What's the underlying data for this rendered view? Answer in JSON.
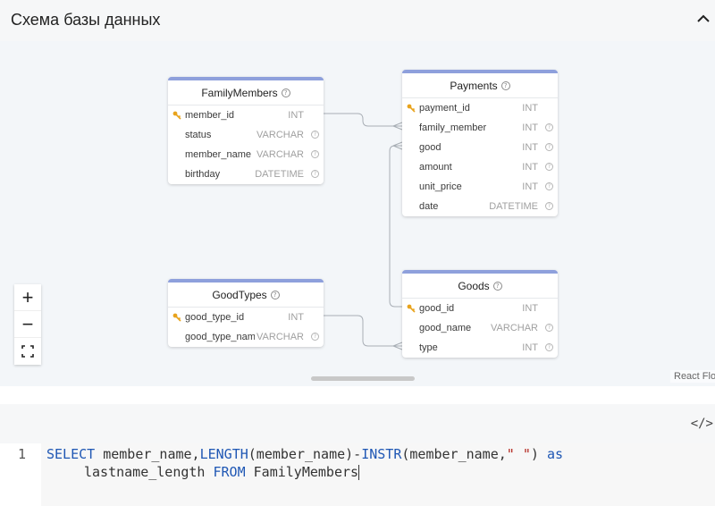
{
  "header": {
    "title": "Схема базы данных"
  },
  "tables": {
    "family_members": {
      "name": "FamilyMembers",
      "fields": [
        {
          "name": "member_id",
          "type": "INT"
        },
        {
          "name": "status",
          "type": "VARCHAR"
        },
        {
          "name": "member_name",
          "type": "VARCHAR"
        },
        {
          "name": "birthday",
          "type": "DATETIME"
        }
      ]
    },
    "payments": {
      "name": "Payments",
      "fields": [
        {
          "name": "payment_id",
          "type": "INT"
        },
        {
          "name": "family_member",
          "type": "INT"
        },
        {
          "name": "good",
          "type": "INT"
        },
        {
          "name": "amount",
          "type": "INT"
        },
        {
          "name": "unit_price",
          "type": "INT"
        },
        {
          "name": "date",
          "type": "DATETIME"
        }
      ]
    },
    "good_types": {
      "name": "GoodTypes",
      "fields": [
        {
          "name": "good_type_id",
          "type": "INT"
        },
        {
          "name": "good_type_name",
          "type": "VARCHAR"
        }
      ]
    },
    "goods": {
      "name": "Goods",
      "fields": [
        {
          "name": "good_id",
          "type": "INT"
        },
        {
          "name": "good_name",
          "type": "VARCHAR"
        },
        {
          "name": "type",
          "type": "INT"
        }
      ]
    }
  },
  "canvas": {
    "attribution": "React Flow",
    "zoom_in_label": "+",
    "zoom_out_label": "−"
  },
  "editor": {
    "toggle_label": "</>",
    "line_number": "1",
    "code": {
      "t1": "SELECT",
      "t2": " member_name,",
      "t3": "LENGTH",
      "t4": "(member_name)-",
      "t5": "INSTR",
      "t6": "(member_name,",
      "t7": "\" \"",
      "t8": ") ",
      "t9": "as",
      "t10": "lastname_length ",
      "t11": "FROM",
      "t12": " FamilyMembers"
    }
  },
  "icons": {
    "collapse": "chevron-up-icon",
    "info": "info-icon",
    "primary_key": "key-icon",
    "fit_view": "fit-view-icon"
  },
  "colors": {
    "table_accent": "#8ea0dc",
    "key_icon": "#e8a31c",
    "sql_keyword": "#1f57b4",
    "sql_string": "#b3261e"
  }
}
